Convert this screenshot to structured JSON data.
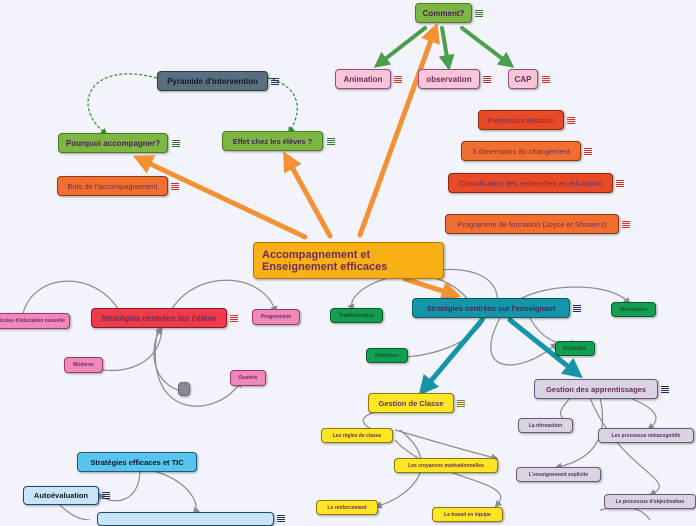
{
  "colors": {
    "green": "#7db643",
    "pink": "#f9c6d9",
    "slate": "#5a6e7f",
    "orange": "#f06f30",
    "gold": "#f9b016",
    "teal": "#1596a8",
    "crimson": "#ee3a4a",
    "bright_pink": "#f088ba",
    "dark_green": "#12a050",
    "lavender": "#d9d3e2",
    "yellow": "#fde625",
    "sky": "#58c5ee",
    "pale_blue": "#c9e4f6",
    "arrow_orange": "#f39234",
    "arrow_green": "#4aa04a",
    "arrow_teal": "#1596a8",
    "connector_gray": "#8a8a92"
  },
  "central": {
    "label": "Accompagnement et Enseignement efficaces"
  },
  "comment": {
    "label": "Comment?",
    "icon": "notes-icon"
  },
  "animation": {
    "label": "Animation"
  },
  "observation": {
    "label": "observation"
  },
  "cap": {
    "label": "CAP"
  },
  "pyramide": {
    "label": "Pyramide d'intervention"
  },
  "pourquoi": {
    "label": "Pourquoi accompagner?"
  },
  "effet": {
    "label": "Effet chez les élèves ?"
  },
  "buts": {
    "label": "Buts de l'accompagnement"
  },
  "professionnalisation": {
    "label": "Professionnalisation"
  },
  "dimensions": {
    "label": "3 dimensions du changement"
  },
  "classification": {
    "label": "Classification des recherches en éducation"
  },
  "programme": {
    "label": "Programme de formation (Joyce et Showers)"
  },
  "strat_eleve": {
    "label": "Stratégies centrées sur l'élève"
  },
  "education_nouvelle": {
    "label": "Les écoles d'éducation nouvelle"
  },
  "progressiste": {
    "label": "Progressiste"
  },
  "moderne": {
    "label": "Moderne"
  },
  "ouverte": {
    "label": "Ouverte"
  },
  "strat_enseignant": {
    "label": "Stratégies centrées sur l'enseignant"
  },
  "traditionnelles": {
    "label": "Traditionnelles"
  },
  "structurees": {
    "label": "Structurées"
  },
  "directives": {
    "label": "Directives"
  },
  "explicites": {
    "label": "Explicites"
  },
  "gestion_classe": {
    "label": "Gestion de Classe"
  },
  "gestion_apprentissages": {
    "label": "Gestion des apprentissages"
  },
  "regles": {
    "label": "Les règles de classe"
  },
  "croyances": {
    "label": "Les croyances motivationnelles"
  },
  "renforcement": {
    "label": "Le renforcement"
  },
  "travail_equipe": {
    "label": "Le travail en équipe"
  },
  "retroaction": {
    "label": "La rétroaction"
  },
  "metacognitifs": {
    "label": "Les processus métacognitifs"
  },
  "enseignement_explicite": {
    "label": "L'enseignement explicite"
  },
  "objectivation": {
    "label": "Le processus d'objectivation"
  },
  "strat_tic": {
    "label": "Stratégies efficaces et TIC"
  },
  "autoevaluation": {
    "label": "Autoévaluation"
  }
}
